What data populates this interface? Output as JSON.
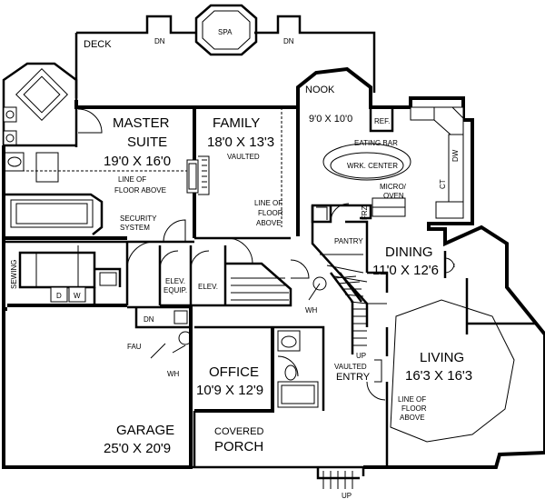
{
  "rooms": {
    "deck": "DECK",
    "spa": "SPA",
    "deck_dn_left": "DN",
    "deck_dn_right": "DN",
    "nook_name": "NOOK",
    "nook_size": "9'0 X 10'0",
    "master_line1": "MASTER",
    "master_line2": "SUITE",
    "master_size": "19'0 X 16'0",
    "family_name": "FAMILY",
    "family_size": "18'0 X 13'3",
    "family_vaulted": "VAULTED",
    "dining_name": "DINING",
    "dining_size": "11'0 X 12'6",
    "living_name": "LIVING",
    "living_size": "16'3 X 16'3",
    "office_name": "OFFICE",
    "office_size": "10'9 X 12'9",
    "garage_name": "GARAGE",
    "garage_size": "25'0 X 20'9",
    "porch_line1": "COVERED",
    "porch_line2": "PORCH",
    "pantry": "PANTRY",
    "sewing": "SEWING",
    "elev_equip_1": "ELEV.",
    "elev_equip_2": "EQUIP.",
    "elev": "ELEV.",
    "vaulted_1": "VAULTED",
    "vaulted_2": "ENTRY"
  },
  "labels": {
    "ref": "REF.",
    "dw": "DW",
    "ct": "CT",
    "eating_bar": "EATING BAR",
    "wrk_center": "WRK. CENTER",
    "micro_1": "MICRO/",
    "micro_2": "OVEN",
    "frz": "FRZ",
    "security_1": "SECURITY",
    "security_2": "SYSTEM",
    "line_floor_master_1": "LINE OF",
    "line_floor_master_2": "FLOOR ABOVE",
    "line_floor_family_1": "LINE OF",
    "line_floor_family_2": "FLOOR",
    "line_floor_family_3": "ABOVE",
    "line_floor_living_1": "LINE OF",
    "line_floor_living_2": "FLOOR",
    "line_floor_living_3": "ABOVE",
    "wh_hall": "WH",
    "wh_garage": "WH",
    "fau": "FAU",
    "dn_laundry": "DN",
    "washer": "W",
    "dryer": "D",
    "up_stair": "UP",
    "up_porch": "UP"
  }
}
